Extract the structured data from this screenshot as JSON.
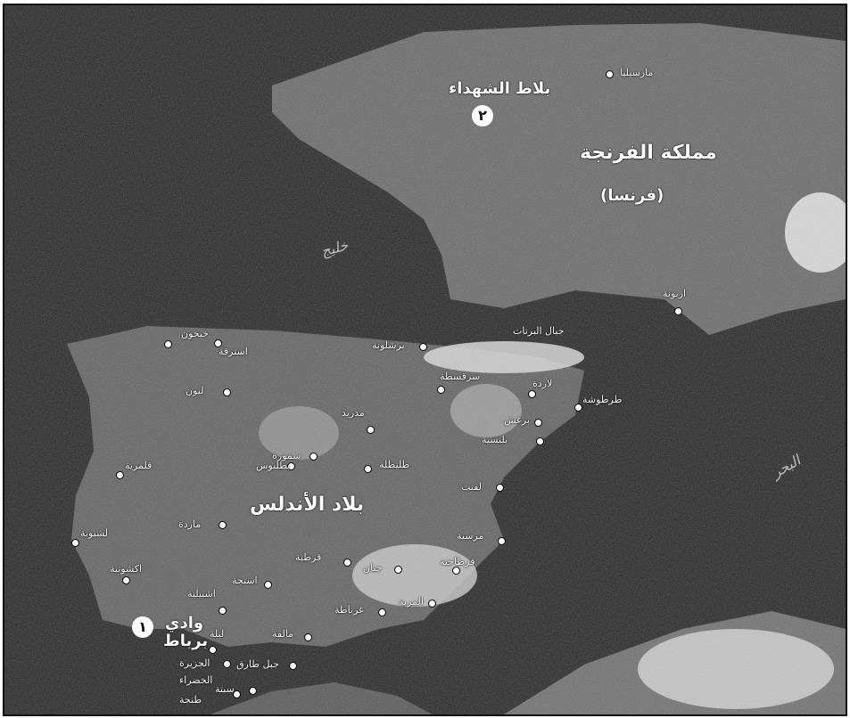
{
  "map": {
    "markers": [
      {
        "id": "battle-1",
        "value": "١"
      },
      {
        "id": "battle-2",
        "value": "٢"
      }
    ],
    "regions": {
      "kingdom_franks": "مملكة الفرنجة",
      "france": "(فرنسا)",
      "andalus": "بلاد الأندلس",
      "bay": "خليج",
      "sea": "البحر"
    },
    "battle_labels": {
      "balat": "بلاط الشهداء",
      "wadi_line1": "وادي",
      "wadi_line2": "برباط"
    },
    "cities": {
      "marseille": "مارسيليا",
      "narbonne": "اربونة",
      "barcelona": "برشلونة",
      "pyrenees": "جبال البرتات",
      "saragossa": "سرقسطة",
      "lerida": "لاردة",
      "tarragona": "طرطوشة",
      "valencia": "بلنسية",
      "toledo": "طليطلة",
      "leon": "ليون",
      "coimbra": "قلمرية",
      "lisbon": "لشبونة",
      "merida": "ماردة",
      "cordoba": "قرطبة",
      "seville": "اشبيلية",
      "ecija": "استجة",
      "granada": "غرناطة",
      "malaga": "مالقة",
      "gibraltar": "جبل طارق",
      "algeciras_line1": "الجزيرة",
      "algeciras_line2": "الخضراء",
      "ceuta": "سبتة",
      "tangier": "طنجة",
      "jihon": "خيخون",
      "astorga": "استرقة",
      "salamanca": "سمورة",
      "madrid": "مدريد",
      "burgos": "برغش",
      "cartagena": "قرطاجنة",
      "murcia": "مرسية",
      "almeria": "المرية",
      "badajoz": "بطليوس",
      "alicante": "لقنت",
      "jaen": "جيان",
      "ocsonoba": "اكشونبة",
      "lebla": "لبلة"
    }
  }
}
